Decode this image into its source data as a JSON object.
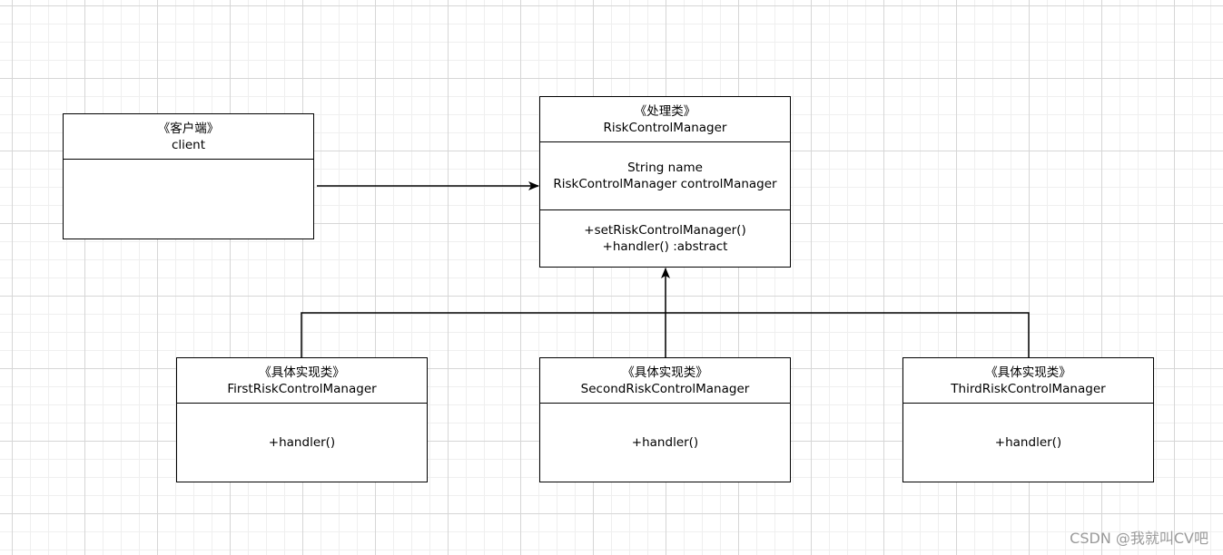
{
  "classes": {
    "client": {
      "stereotype": "《客户端》",
      "name": "client"
    },
    "handler": {
      "stereotype": "《处理类》",
      "name": "RiskControlManager",
      "attributes": [
        "String name",
        "RiskControlManager controlManager"
      ],
      "methods": [
        "+setRiskControlManager()",
        "+handler() :abstract"
      ]
    },
    "first": {
      "stereotype": "《具体实现类》",
      "name": "FirstRiskControlManager",
      "methods": [
        "+handler()"
      ]
    },
    "second": {
      "stereotype": "《具体实现类》",
      "name": "SecondRiskControlManager",
      "methods": [
        "+handler()"
      ]
    },
    "third": {
      "stereotype": "《具体实现类》",
      "name": "ThirdRiskControlManager",
      "methods": [
        "+handler()"
      ]
    }
  },
  "watermark": "CSDN @我就叫CV吧"
}
